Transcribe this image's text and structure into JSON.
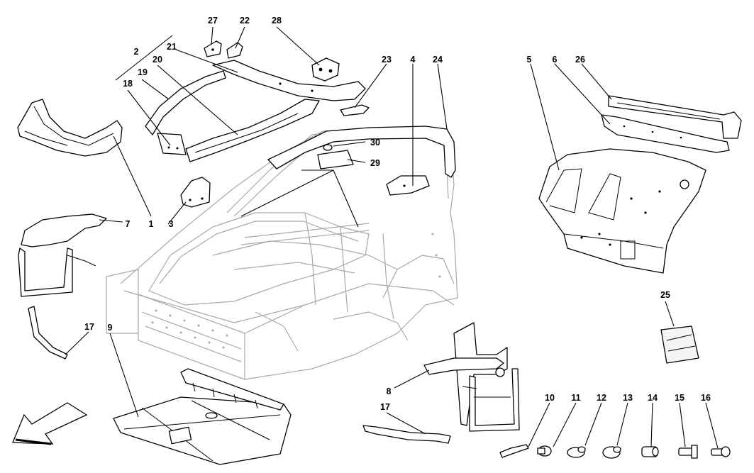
{
  "callouts": [
    {
      "id": "c1",
      "text": "1"
    },
    {
      "id": "c2",
      "text": "2"
    },
    {
      "id": "c3",
      "text": "3"
    },
    {
      "id": "c4",
      "text": "4"
    },
    {
      "id": "c5",
      "text": "5"
    },
    {
      "id": "c6",
      "text": "6"
    },
    {
      "id": "c7",
      "text": "7"
    },
    {
      "id": "c8",
      "text": "8"
    },
    {
      "id": "c9",
      "text": "9"
    },
    {
      "id": "c10",
      "text": "10"
    },
    {
      "id": "c11",
      "text": "11"
    },
    {
      "id": "c12",
      "text": "12"
    },
    {
      "id": "c13",
      "text": "13"
    },
    {
      "id": "c14",
      "text": "14"
    },
    {
      "id": "c15",
      "text": "15"
    },
    {
      "id": "c16",
      "text": "16"
    },
    {
      "id": "c17a",
      "text": "17"
    },
    {
      "id": "c17b",
      "text": "17"
    },
    {
      "id": "c18",
      "text": "18"
    },
    {
      "id": "c19",
      "text": "19"
    },
    {
      "id": "c20",
      "text": "20"
    },
    {
      "id": "c21",
      "text": "21"
    },
    {
      "id": "c22",
      "text": "22"
    },
    {
      "id": "c23",
      "text": "23"
    },
    {
      "id": "c24",
      "text": "24"
    },
    {
      "id": "c25",
      "text": "25"
    },
    {
      "id": "c26",
      "text": "26"
    },
    {
      "id": "c27",
      "text": "27"
    },
    {
      "id": "c28",
      "text": "28"
    },
    {
      "id": "c29",
      "text": "29"
    },
    {
      "id": "c30",
      "text": "30"
    }
  ]
}
